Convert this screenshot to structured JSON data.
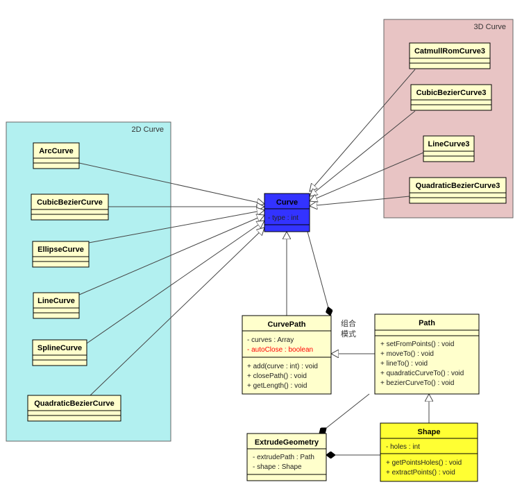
{
  "packages": {
    "curve2d": {
      "label": "2D Curve",
      "fill": "#b2f0f0"
    },
    "curve3d": {
      "label": "3D Curve",
      "fill": "#e8c4c4"
    }
  },
  "classes": {
    "arc_curve": {
      "name": "ArcCurve"
    },
    "cubic_bezier_curve": {
      "name": "CubicBezierCurve"
    },
    "ellipse_curve": {
      "name": "EllipseCurve"
    },
    "line_curve": {
      "name": "LineCurve"
    },
    "spline_curve": {
      "name": "SplineCurve"
    },
    "quadratic_bezier_curve": {
      "name": "QuadraticBezierCurve"
    },
    "catmull_rom_curve3": {
      "name": "CatmullRomCurve3"
    },
    "cubic_bezier_curve3": {
      "name": "CubicBezierCurve3"
    },
    "line_curve3": {
      "name": "LineCurve3"
    },
    "quadratic_bezier_curve3": {
      "name": "QuadraticBezierCurve3"
    },
    "curve": {
      "name": "Curve",
      "attributes": [
        "- type : int"
      ],
      "fill": "#3333ff"
    },
    "curve_path": {
      "name": "CurvePath",
      "attributes": [
        "- curves : Array",
        "- autoClose : boolean"
      ],
      "operations": [
        "+ add(curve : int) : void",
        "+ closePath() : void",
        "+ getLength() : void"
      ]
    },
    "path": {
      "name": "Path",
      "operations": [
        "+ setFromPoints() : void",
        "+ moveTo() : void",
        "+ lineTo() : void",
        "+ quadraticCurveTo() : void",
        "+ bezierCurveTo() : void"
      ]
    },
    "extrude_geometry": {
      "name": "ExtrudeGeometry",
      "attributes": [
        "- extrudePath : Path",
        "- shape : Shape"
      ]
    },
    "shape": {
      "name": "Shape",
      "attributes": [
        "- holes : int"
      ],
      "operations": [
        "+ getPointsHoles() : void",
        "+ extractPoints() : void"
      ],
      "fill": "#ffff33"
    }
  },
  "notes": {
    "composition": [
      "组合",
      "模式"
    ]
  },
  "colors": {
    "class_fill": "#ffffcc",
    "highlight_text": "#ff0000"
  }
}
